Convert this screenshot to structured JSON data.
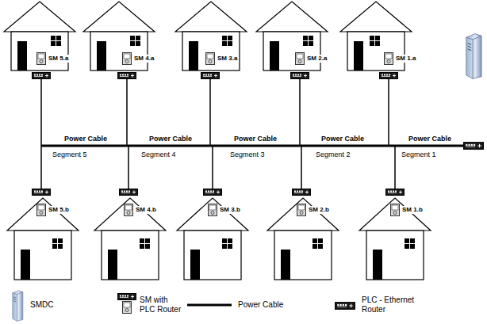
{
  "diagram": {
    "nodes": [
      {
        "text": [
          "SM 5.a"
        ]
      },
      {
        "text": [
          "SM 4.a"
        ]
      },
      {
        "text": [
          "SM 3.a"
        ]
      },
      {
        "text": [
          "SM 2.a"
        ]
      },
      {
        "text": [
          "SM 1.a"
        ]
      },
      {
        "text": [
          "SM 5.b"
        ]
      },
      {
        "text": [
          "SM 4.b"
        ]
      },
      {
        "text": [
          "SM 3.b"
        ]
      },
      {
        "text": [
          "SM 2.b"
        ]
      },
      {
        "text": [
          "SM 1.b"
        ]
      }
    ],
    "labels": [
      "Power Cable",
      "Power Cable",
      "Power Cable",
      "Power Cable",
      "Power Cable",
      "Segment 5",
      "Segment 4",
      "Segment 3",
      "Segment 2",
      "Segment 1"
    ],
    "legend": [
      {
        "text": "SMDC"
      },
      {
        "text": "SM with PLC Router"
      },
      {
        "text": "Power Cable"
      },
      {
        "text": "PLC - Ethernet Router"
      }
    ]
  }
}
